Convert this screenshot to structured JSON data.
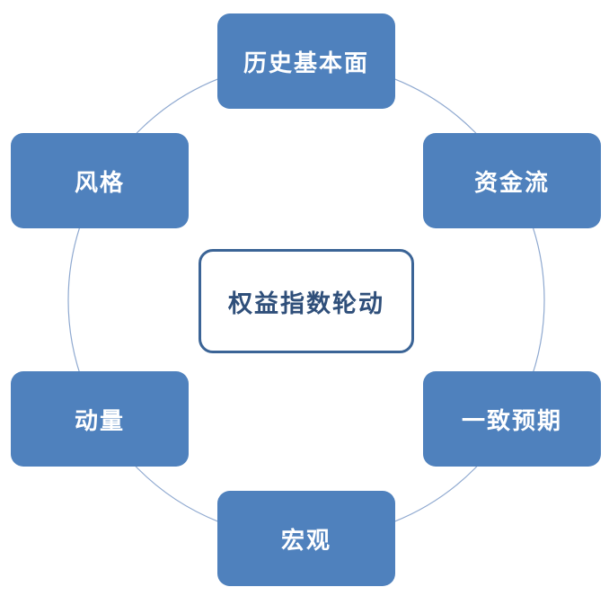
{
  "center": {
    "label": "权益指数轮动"
  },
  "nodes": [
    {
      "label": "历史基本面"
    },
    {
      "label": "资金流"
    },
    {
      "label": "一致预期"
    },
    {
      "label": "宏观"
    },
    {
      "label": "动量"
    },
    {
      "label": "风格"
    }
  ],
  "colors": {
    "node_fill": "#4f81bd",
    "ring": "#8fa9d0",
    "center_border": "#3b6496"
  }
}
